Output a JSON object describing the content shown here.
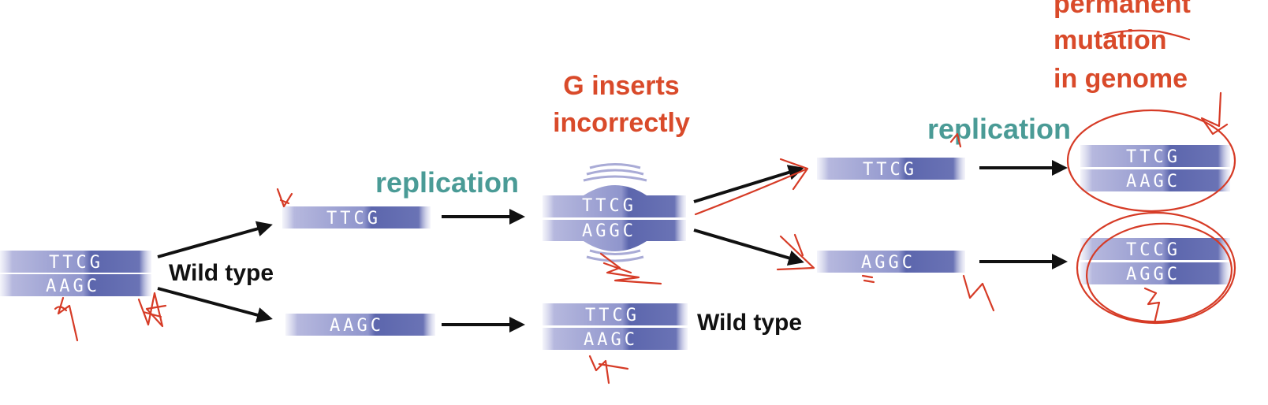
{
  "colors": {
    "strand_light": "#b6b8de",
    "strand_dark": "#5c66ad",
    "label_teal": "#4a9b96",
    "label_red": "#d94a2a",
    "label_black": "#111111",
    "ink_red": "#d63b26"
  },
  "labels": {
    "wild_type_left": "Wild type",
    "replication_1": "replication",
    "g_inserts_line1": "G inserts",
    "g_inserts_line2": "incorrectly",
    "wild_type_right": "Wild type",
    "replication_2": "replication",
    "permanent_line1": "permanent",
    "permanent_line2": "mutation",
    "permanent_line3": "in genome"
  },
  "sequences": {
    "original_top": "TTCG",
    "original_bottom": "AAGC",
    "upper_single": "TTCG",
    "lower_single": "AAGC",
    "mismatch_top": "TTCG",
    "mismatch_bottom": "AGGC",
    "lower_duplex_top": "TTCG",
    "lower_duplex_bottom": "AAGC",
    "upper_branch_single": "TTCG",
    "lower_branch_single": "AGGC",
    "final_top_a": "TTCG",
    "final_top_b": "AAGC",
    "final_bottom_a": "TCCG",
    "final_bottom_b": "AGGC"
  }
}
